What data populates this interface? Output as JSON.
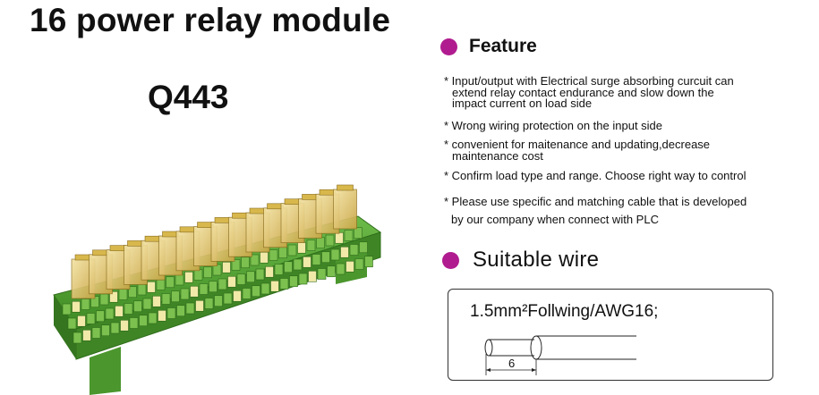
{
  "title": "16 power relay module",
  "model": "Q443",
  "feature": {
    "heading": "Feature",
    "items": [
      {
        "line1": "* Input/output with Electrical surge absorbing curcuit can",
        "line2": "extend relay contact endurance and slow down the",
        "line3": "impact current on load side"
      },
      {
        "line1": "* Wrong wiring protection on the input side"
      },
      {
        "line1": "* convenient for maitenance and updating,decrease",
        "line2": "maintenance cost"
      },
      {
        "line1": "* Confirm load type and range. Choose right way to control"
      },
      {
        "line1": "* Please use specific and matching cable that is developed",
        "line2": "by our company when connect with PLC"
      }
    ]
  },
  "wire": {
    "heading": "Suitable wire",
    "spec": "1.5mm²Follwing/AWG16;",
    "strip_length": "6"
  },
  "colors": {
    "accent": "#b01c8f",
    "terminal_green": "#5aa832",
    "relay_amber": "#e2c15a"
  }
}
